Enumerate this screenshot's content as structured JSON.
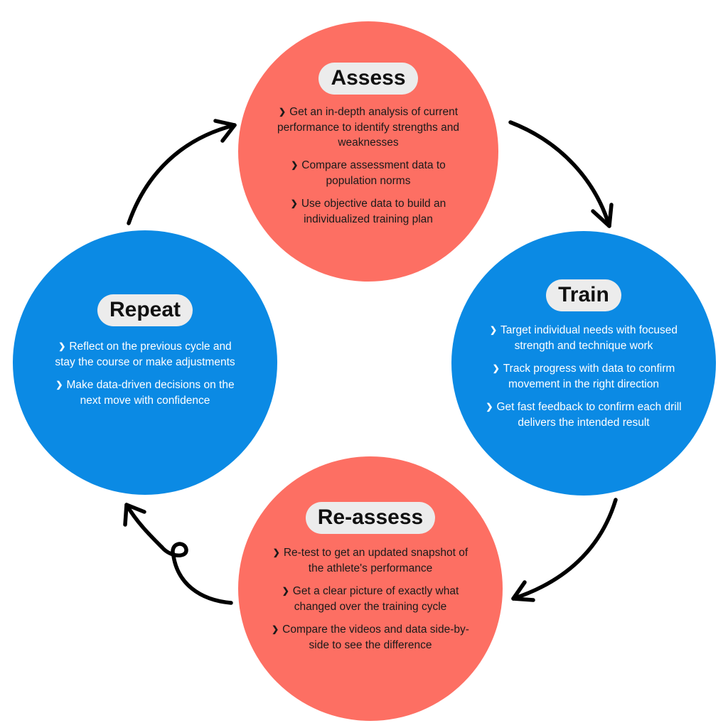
{
  "stages": {
    "assess": {
      "title": "Assess",
      "bullets": [
        "Get an in-depth analysis of current performance to identify strengths and weaknesses",
        "Compare assessment data to population norms",
        "Use objective data to build an individualized training plan"
      ]
    },
    "train": {
      "title": "Train",
      "bullets": [
        "Target individual needs with focused strength and technique work",
        "Track progress with data to confirm movement in the right direction",
        "Get fast feedback to confirm each drill delivers the intended result"
      ]
    },
    "reassess": {
      "title": "Re-assess",
      "bullets": [
        "Re-test to get an updated snapshot of the athlete's performance",
        "Get a clear picture of exactly what changed over the training cycle",
        "Compare the videos and data side-by-side to see the difference"
      ]
    },
    "repeat": {
      "title": "Repeat",
      "bullets": [
        "Reflect on the previous cycle and stay the course or make adjustments",
        "Make data-driven decisions on the next move with confidence"
      ]
    }
  },
  "colors": {
    "coral": "#fd6f63",
    "blue": "#0b8ae4",
    "title_pill": "#ececec",
    "arrow": "#000000"
  },
  "icons": {
    "bullet": "chevron-right-icon",
    "connector": "curved-arrow-icon"
  }
}
